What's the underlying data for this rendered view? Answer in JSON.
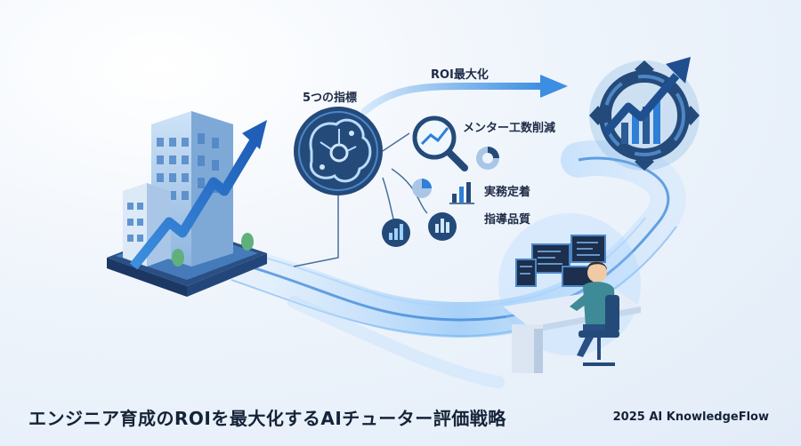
{
  "labels": {
    "indicators": "5つの指標",
    "roi": "ROI最大化",
    "mentor": "メンター工数削減",
    "practice": "実務定着",
    "quality": "指導品質"
  },
  "footer": {
    "title": "エンジニア育成のROIを最大化するAIチューター評価戦略",
    "brand": "2025 AI KnowledgeFlow"
  },
  "colors": {
    "accent": "#2f7fd6",
    "dark_blue": "#244a7a",
    "light_blue": "#7fb8ee"
  }
}
